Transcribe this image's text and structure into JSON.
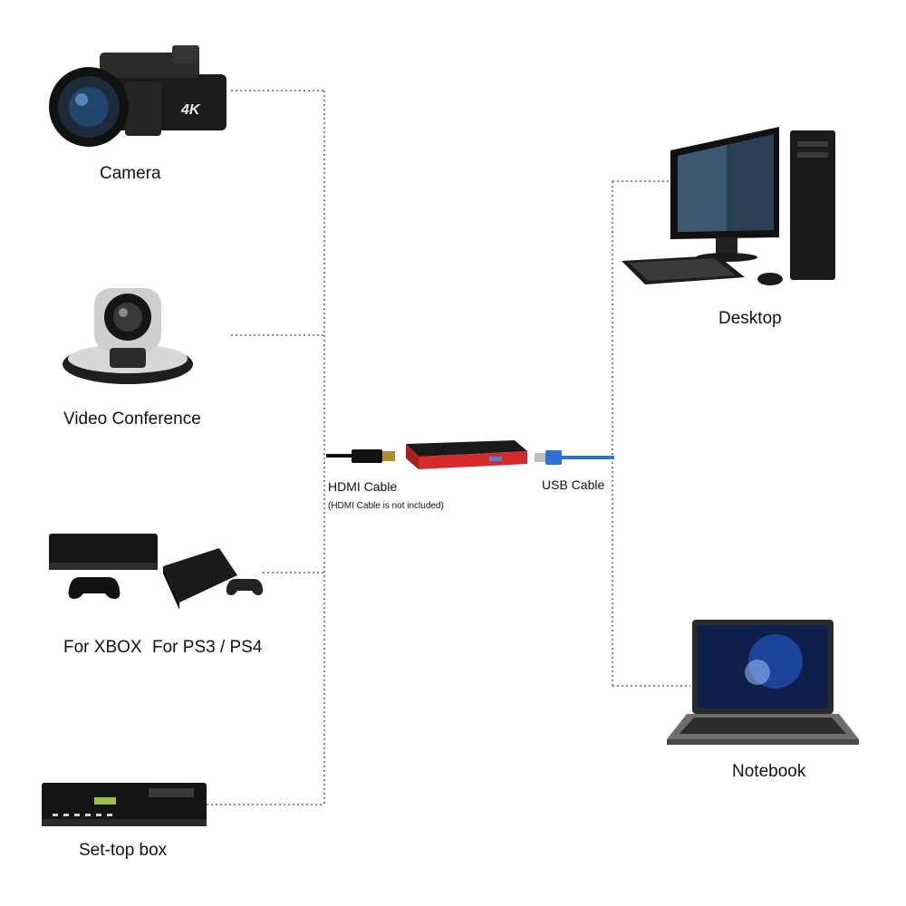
{
  "sources": {
    "camera": "Camera",
    "video_conference": "Video Conference",
    "xbox": "For XBOX",
    "ps": "For PS3 / PS4",
    "settop": "Set-top box"
  },
  "capture": {
    "hdmi_cable": "HDMI Cable",
    "hdmi_note": "(HDMI Cable is not included)",
    "usb_cable": "USB Cable"
  },
  "targets": {
    "desktop": "Desktop",
    "notebook": "Notebook"
  },
  "camera_badge": "4K",
  "colors": {
    "line": "#8a8a8a",
    "device_red": "#d62b2b",
    "usb_blue": "#2f6fd6"
  }
}
